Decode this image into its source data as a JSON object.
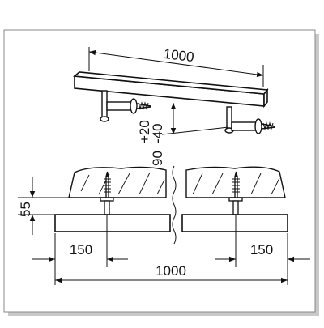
{
  "top_view": {
    "length_label": "1000",
    "height_adjust_plus": "+20",
    "height_adjust_minus": "-40",
    "height_nominal": "90"
  },
  "section_view": {
    "height_label": "55",
    "left_offset_label": "150",
    "right_offset_label": "150",
    "total_length_label": "1000"
  },
  "colors": {
    "line": "#111111",
    "frame_shadow": "#c8c8c8"
  }
}
